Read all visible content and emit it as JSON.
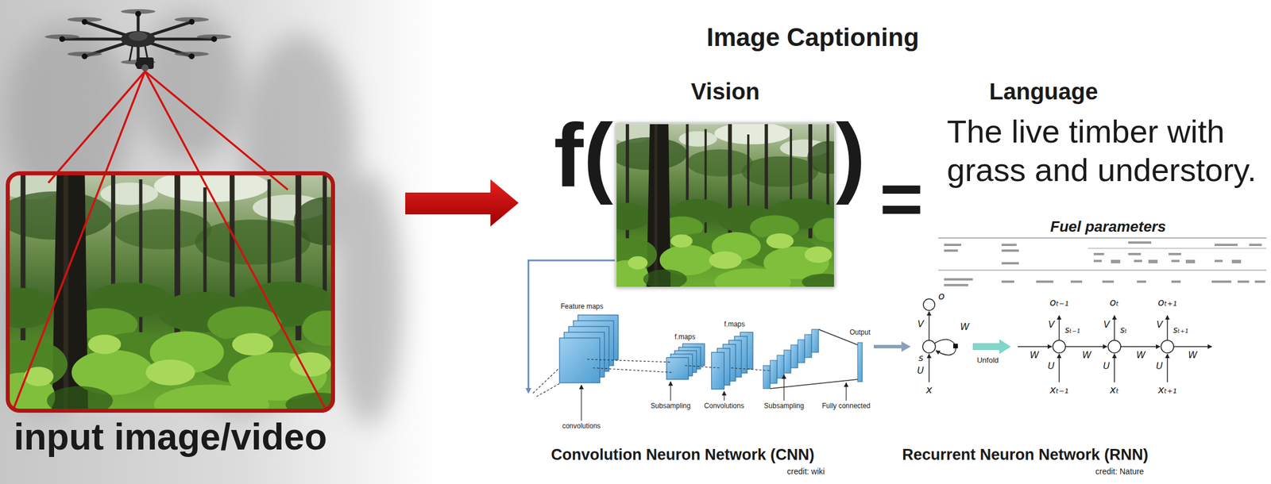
{
  "diagram": {
    "title": "Image Captioning",
    "nodes": [
      {
        "text": [
          "input image/video"
        ]
      },
      {
        "text": [
          "Vision"
        ]
      }
    ],
    "labels": [
      "Language",
      "f(",
      ")",
      "=",
      "The live timber with grass and understory.",
      "Fuel parameters",
      "Feature maps",
      "f.maps",
      "f.maps",
      "Output",
      "convolutions",
      "Subsampling",
      "Convolutions",
      "Subsampling",
      "Fully connected",
      "Convolution Neuron Network (CNN)",
      "credit: wiki",
      "o",
      "V",
      "s",
      "W",
      "U",
      "x",
      "Unfold",
      "W",
      "oₜ₋₁",
      "V",
      "sₜ₋₁",
      "U",
      "xₜ₋₁",
      "W",
      "oₜ",
      "V",
      "sₜ",
      "U",
      "xₜ",
      "W",
      "oₜ₊₁",
      "V",
      "sₜ₊₁",
      "U",
      "xₜ₊₁",
      "W",
      "Recurrent Neuron Network (RNN)",
      "credit: Nature"
    ]
  }
}
